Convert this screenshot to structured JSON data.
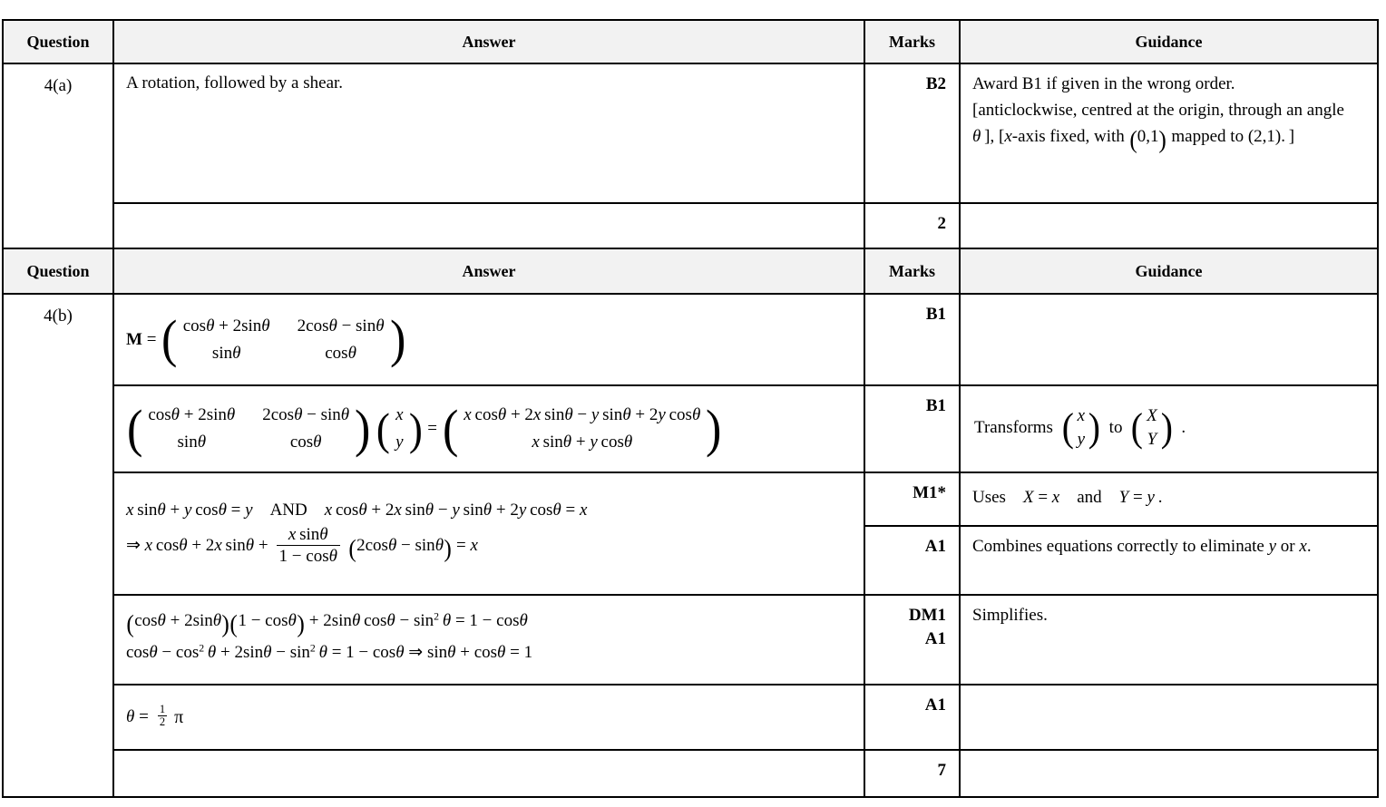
{
  "headers": {
    "question": "Question",
    "answer": "Answer",
    "marks": "Marks",
    "guidance": "Guidance"
  },
  "q4a": {
    "number": "4(a)",
    "answer": "A rotation, followed by a shear.",
    "marks": "B2",
    "guidance_html": "Award B1 if given in the wrong order.<br>[anticlockwise, centred at the origin, through an angle&#8201;<i>θ</i>&#8201;], [<i>x</i>-axis fixed, with <span class=\"tp\">(</span>0,1<span class=\"tp\">)</span> mapped to (2,1).&#8201;]",
    "total": "2"
  },
  "q4b": {
    "number": "4(b)",
    "marks": {
      "r1": "B1",
      "r2": "B1",
      "r3": "M1*",
      "r4": "A1",
      "r5_html": "DM1<br>A1",
      "r6": "A1",
      "total": "7"
    },
    "guidance": {
      "transforms_pre": "Transforms",
      "transforms_mid": "to",
      "transforms_post": ".",
      "uses_html": "Uses&#8195;<i>X</i> = <i>x</i>&#8195;and&#8195;<i>Y</i> = <i>y</i>&#8201;.",
      "combines_html": "Combines equations correctly to eliminate <i>y</i> or <i>x</i>.",
      "simplifies": "Simplifies."
    },
    "math": {
      "m_prefix_html": "<b>M</b> =",
      "m": {
        "r1c1": "cos<i>θ</i> + 2sin<i>θ</i>",
        "r1c2": "2cos<i>θ</i> − sin<i>θ</i>",
        "r2c1": "sin<i>θ</i>",
        "r2c2": "cos<i>θ</i>"
      },
      "vec_x_html": "<i>x</i>",
      "vec_y_html": "<i>y</i>",
      "eq_html": "=",
      "res_r1_html": "<i>x</i>&#8201;cos<i>θ</i> + 2<i>x</i>&#8201;sin<i>θ</i> − <i>y</i>&#8201;sin<i>θ</i> + 2<i>y</i>&#8201;cos<i>θ</i>",
      "res_r2_html": "<i>x</i>&#8201;sin<i>θ</i> + <i>y</i>&#8201;cos<i>θ</i>",
      "and_line_html": "<i>x</i>&#8201;sin<i>θ</i> + <i>y</i>&#8201;cos<i>θ</i> = <i>y</i>&#8195;AND&#8195;<i>x</i>&#8201;cos<i>θ</i> + 2<i>x</i>&#8201;sin<i>θ</i> − <i>y</i>&#8201;sin<i>θ</i> + 2<i>y</i>&#8201;cos<i>θ</i> = <i>x</i>",
      "implies_pre_html": "⇒ <i>x</i>&#8201;cos<i>θ</i> + 2<i>x</i>&#8201;sin<i>θ</i> +",
      "frac_num_html": "<i>x</i>&#8201;sin<i>θ</i>",
      "frac_den_html": "1 − cos<i>θ</i>",
      "implies_post_html": "<span class=\"tp\">(</span>2cos<i>θ</i> − sin<i>θ</i><span class=\"tp\">)</span> = <i>x</i>",
      "simp1_html": "<span class=\"tp\">(</span>cos<i>θ</i> + 2sin<i>θ</i><span class=\"tp\">)</span><span class=\"tp\">(</span>1 − cos<i>θ</i><span class=\"tp\">)</span> + 2sin<i>θ</i>&#8201;cos<i>θ</i> − sin<sup>2</sup>&#8201;<i>θ</i> = 1 − cos<i>θ</i>",
      "simp2_html": "cos<i>θ</i> − cos<sup>2</sup>&#8201;<i>θ</i> + 2sin<i>θ</i> − sin<sup>2</sup>&#8201;<i>θ</i> = 1 − cos<i>θ</i> ⇒ sin<i>θ</i> + cos<i>θ</i> = 1",
      "theta_pre_html": "<i>θ</i> =",
      "half_num": "1",
      "half_den": "2",
      "pi": "π",
      "gvec": {
        "x": "<i>x</i>",
        "y": "<i>y</i>",
        "X": "<i>X</i>",
        "Y": "<i>Y</i>"
      }
    }
  }
}
